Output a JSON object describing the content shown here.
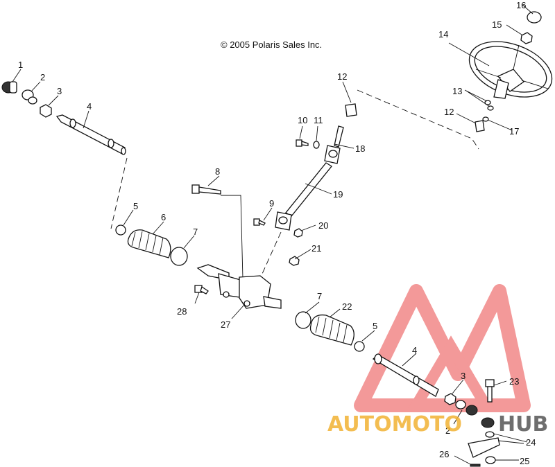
{
  "copyright": "© 2005 Polaris Sales Inc.",
  "watermark": {
    "text_colored": "AUTOMOTO",
    "text_dark": "HUB",
    "colored_hex": "#f2b233",
    "dark_hex": "#555555",
    "logo_hex": "#ef7777"
  },
  "callouts": {
    "c1": "1",
    "c2a": "2",
    "c3a": "3",
    "c4a": "4",
    "c5a": "5",
    "c6": "6",
    "c7a": "7",
    "c8": "8",
    "c9": "9",
    "c10": "10",
    "c11": "11",
    "c12a": "12",
    "c12b": "12",
    "c13": "13",
    "c14": "14",
    "c15": "15",
    "c16": "16",
    "c17": "17",
    "c18": "18",
    "c19": "19",
    "c20": "20",
    "c21": "21",
    "c22": "22",
    "c7b": "7",
    "c5b": "5",
    "c4b": "4",
    "c3b": "3",
    "c2b": "2",
    "c23": "23",
    "c24": "24",
    "c25": "25",
    "c26": "26",
    "c27": "27",
    "c28": "28"
  }
}
